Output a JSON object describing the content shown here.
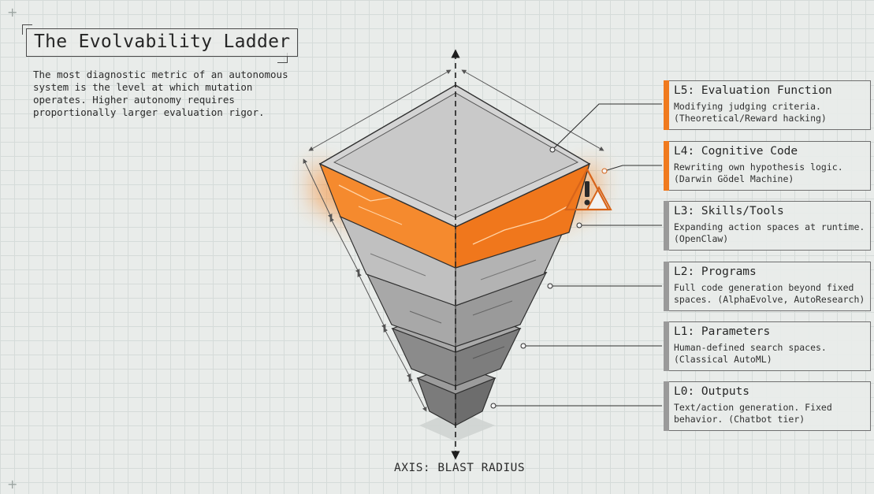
{
  "title": "The Evolvability Ladder",
  "intro": "The most diagnostic metric of an autonomous system is the level at which mutation operates. Higher autonomy requires proportionally larger evaluation rigor.",
  "axis_label": "AXIS: BLAST RADIUS",
  "warning_icon": "warning-triangle-icon",
  "colors": {
    "accent": "#f07a1e",
    "neutral_bar": "#9a9a9a",
    "grid": "#d5dbd9",
    "background": "#e9ecea"
  },
  "levels": [
    {
      "name": "L5: Evaluation Function",
      "desc": "Modifying judging criteria. (Theoretical/Reward hacking)",
      "highlight": true
    },
    {
      "name": "L4: Cognitive Code",
      "desc": "Rewriting own hypothesis logic. (Darwin Gödel Machine)",
      "highlight": true
    },
    {
      "name": "L3: Skills/Tools",
      "desc": "Expanding action spaces at runtime. (OpenClaw)",
      "highlight": false
    },
    {
      "name": "L2: Programs",
      "desc": "Full code generation beyond fixed spaces. (AlphaEvolve, AutoResearch)",
      "highlight": false
    },
    {
      "name": "L1: Parameters",
      "desc": "Human-defined search spaces. (Classical AutoML)",
      "highlight": false
    },
    {
      "name": "L0: Outputs",
      "desc": "Text/action generation. Fixed behavior. (Chatbot tier)",
      "highlight": false
    }
  ]
}
